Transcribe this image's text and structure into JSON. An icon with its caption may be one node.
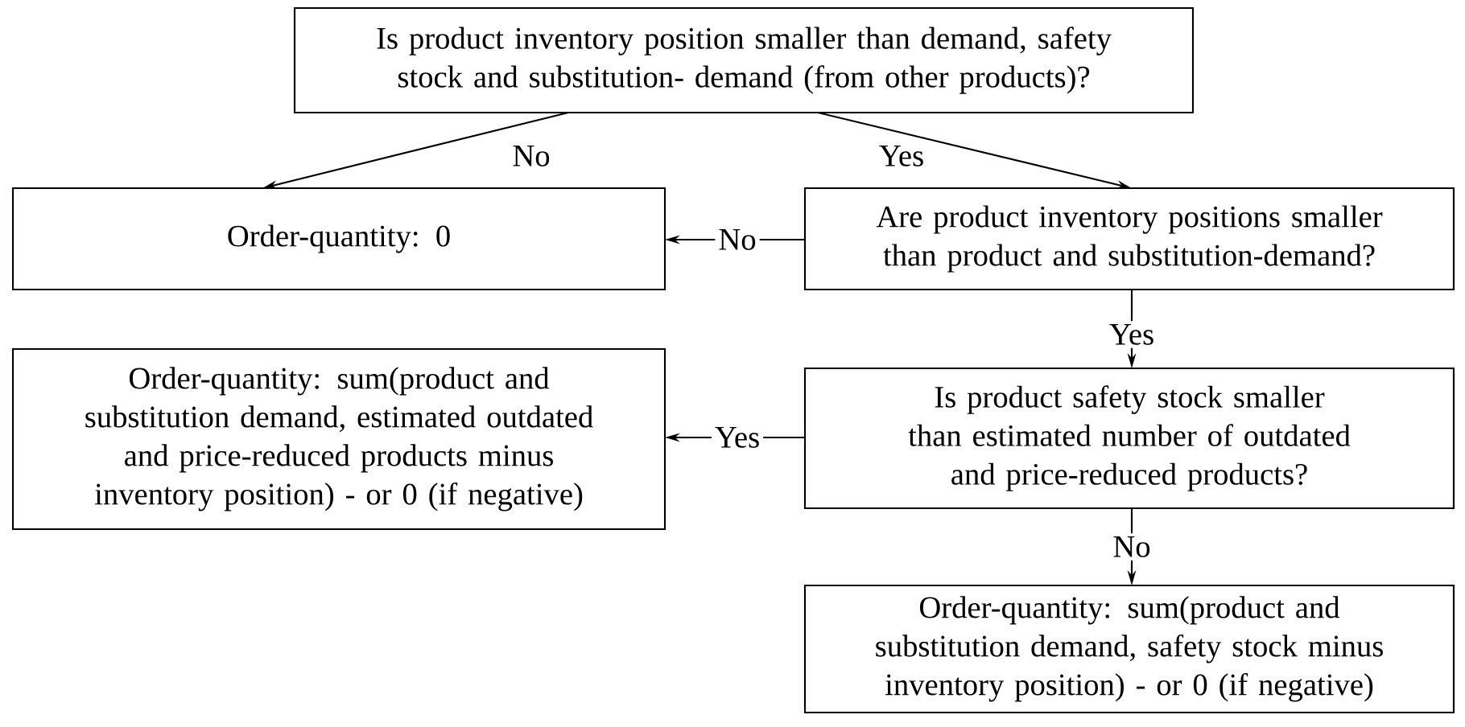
{
  "diagram": {
    "nodes": [
      {
        "text": [
          "Is product inventory position smaller than demand, safety stock and substitution- demand (from other products)?"
        ]
      },
      {
        "text": [
          "Order-quantity: 0"
        ]
      },
      {
        "text": [
          "Are product inventory positions smaller than product and substitution-demand?"
        ]
      },
      {
        "text": [
          "Order-quantity: sum(product and substitution demand, estimated outdated and price-reduced products  minus inventory position) - or 0 (if negative)"
        ]
      },
      {
        "text": [
          "Is product safety stock smaller than estimated number of outdated and price-reduced products?"
        ]
      },
      {
        "text": [
          "Order-quantity: sum(product and substitution demand, safety stock minus inventory position) - or 0 (if negative)"
        ]
      }
    ],
    "edges": [
      {
        "from": 0,
        "to": 1,
        "arrow": "to",
        "label": "No"
      },
      {
        "from": 0,
        "to": 2,
        "arrow": "to",
        "label": "Yes"
      },
      {
        "from": 2,
        "to": 1,
        "arrow": "to",
        "label": "No"
      },
      {
        "from": 2,
        "to": 4,
        "arrow": "to",
        "label": "Yes"
      },
      {
        "from": 4,
        "to": 3,
        "arrow": "to",
        "label": "Yes"
      },
      {
        "from": 4,
        "to": 5,
        "arrow": "to",
        "label": "No"
      }
    ]
  }
}
